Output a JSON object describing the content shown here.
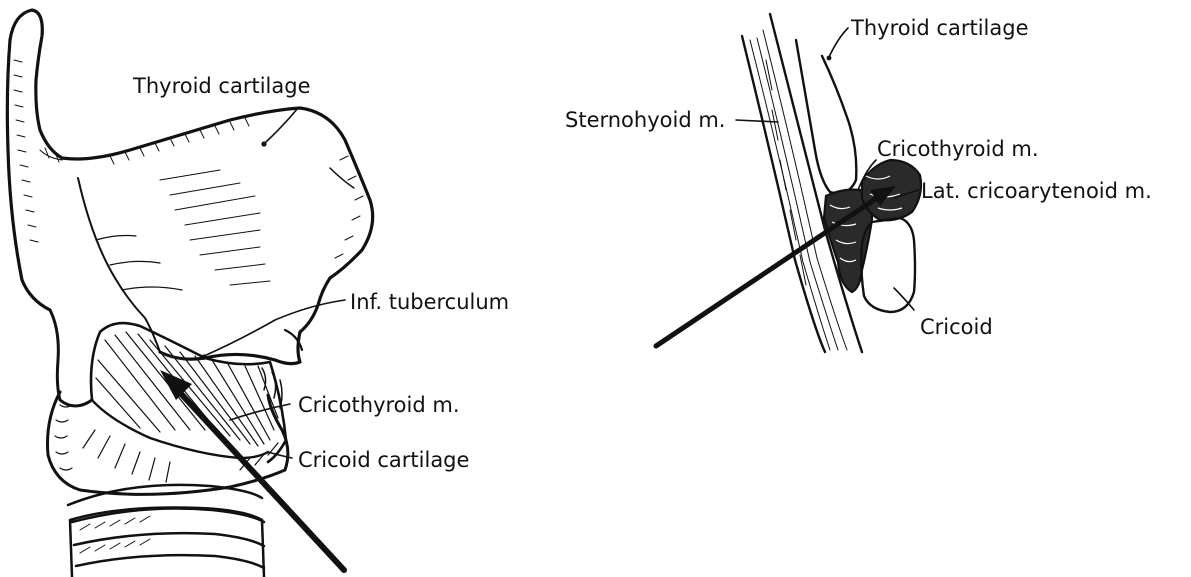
{
  "left_figure": {
    "labels": {
      "thyroid_cartilage": "Thyroid cartilage",
      "inf_tuberculum": "Inf. tuberculum",
      "cricothyroid_m": "Cricothyroid m.",
      "cricoid_cartilage": "Cricoid cartilage"
    }
  },
  "right_figure": {
    "labels": {
      "thyroid_cartilage": "Thyroid cartilage",
      "sternohyoid_m": "Sternohyoid m.",
      "cricothyroid_m": "Cricothyroid m.",
      "lat_cricoarytenoid_m": "Lat. cricoarytenoid m.",
      "cricoid": "Cricoid"
    }
  },
  "colors": {
    "ink": "#111111",
    "background": "#ffffff"
  }
}
